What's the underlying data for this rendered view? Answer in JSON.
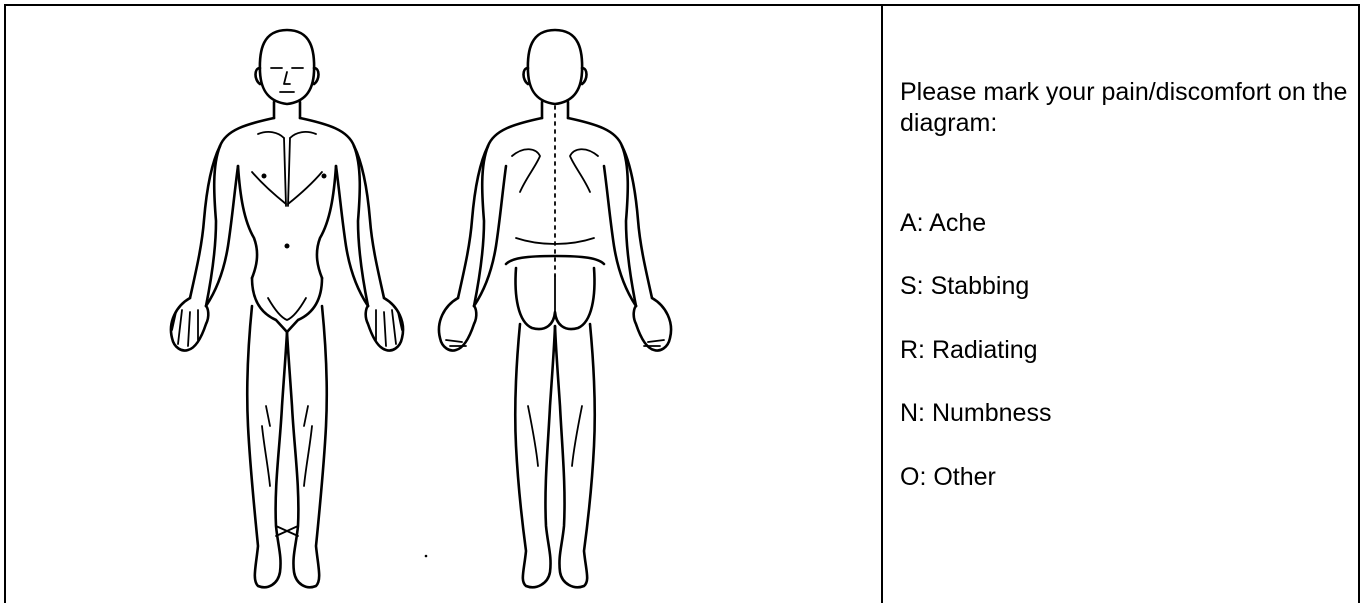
{
  "instruction_text": "Please mark your pain/discomfort on the diagram:",
  "legend": [
    {
      "label": "A: Ache"
    },
    {
      "label": "S: Stabbing"
    },
    {
      "label": "R: Radiating"
    },
    {
      "label": "N: Numbness"
    },
    {
      "label": "O: Other"
    }
  ]
}
